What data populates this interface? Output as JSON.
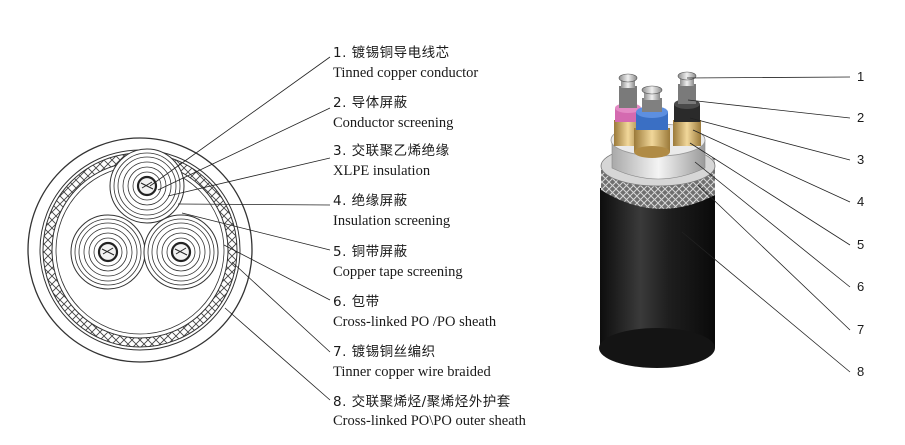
{
  "legend": [
    {
      "num": "1",
      "zh": "1. 镀锡铜导电线芯",
      "en": "Tinned copper conductor"
    },
    {
      "num": "2",
      "zh": "2. 导体屏蔽",
      "en": "Conductor screening"
    },
    {
      "num": "3",
      "zh": "3. 交联聚乙烯绝缘",
      "en": "XLPE insulation"
    },
    {
      "num": "4",
      "zh": "4. 绝缘屏蔽",
      "en": "Insulation screening"
    },
    {
      "num": "5",
      "zh": "5. 铜带屏蔽",
      "en": "Copper tape screening"
    },
    {
      "num": "6",
      "zh": "6. 包带",
      "en": "Cross-linked PO /PO sheath"
    },
    {
      "num": "7",
      "zh": "7. 镀锡铜丝编织",
      "en": "Tinner copper wire braided"
    },
    {
      "num": "8",
      "zh": "8. 交联聚烯烃/聚烯烃外护套",
      "en": "Cross-linked PO\\PO outer sheath"
    }
  ],
  "colors": {
    "line": "#222222",
    "sheath": "#1c1c1c",
    "braid": "#8a8a8a",
    "copper_tape": "#c9a25a",
    "insulation_blue": "#3a6fc4",
    "insulation_pink": "#d46ab0",
    "conductor_silver": "#c8c8c8"
  }
}
